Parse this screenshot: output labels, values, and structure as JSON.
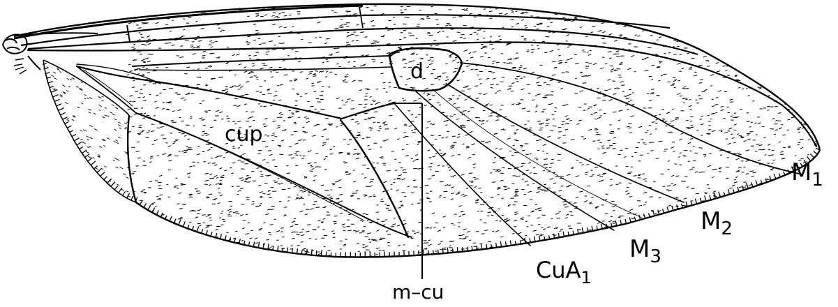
{
  "diagram": {
    "labels": {
      "d": "d",
      "cup": "cup",
      "m_cu": "m–cu",
      "M1_main": "M",
      "M1_sub": "1",
      "M2_main": "M",
      "M2_sub": "2",
      "M3_main": "M",
      "M3_sub": "3",
      "CuA1_main": "CuA",
      "CuA1_sub": "1"
    },
    "colors": {
      "ink": "#000000",
      "background": "#ffffff"
    }
  }
}
